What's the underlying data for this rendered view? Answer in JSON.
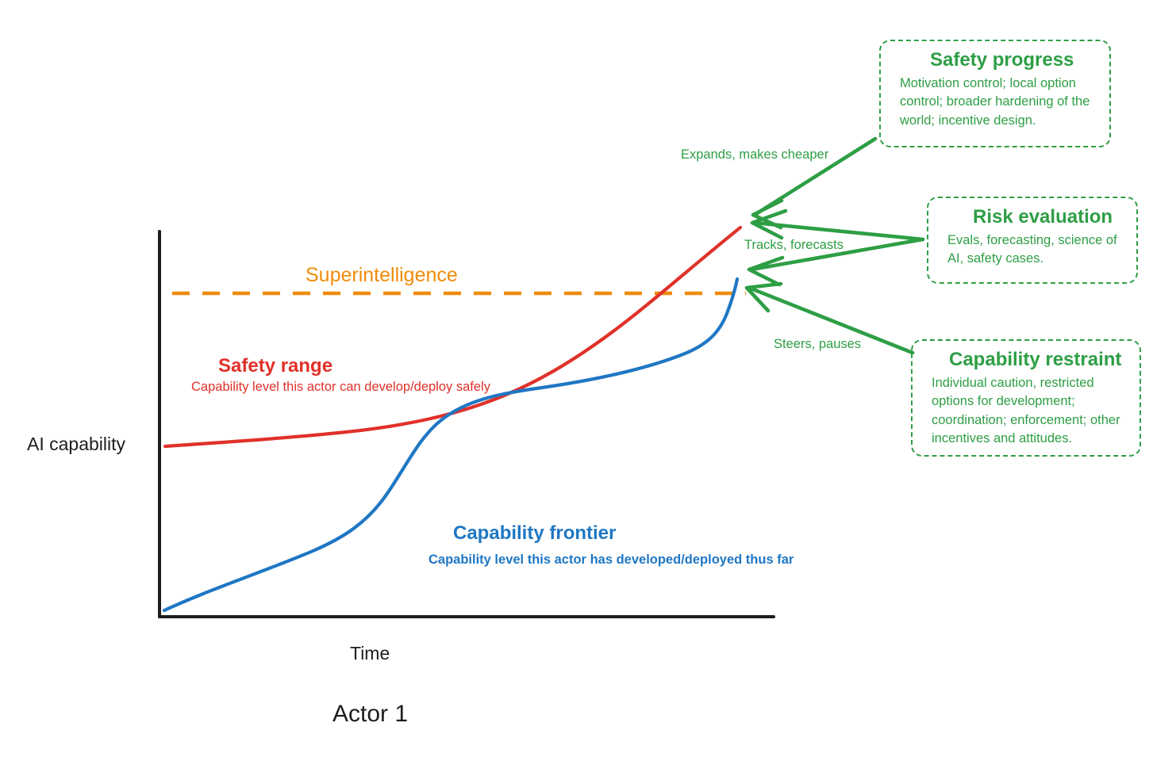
{
  "figure": {
    "actor_label": "Actor 1",
    "axis": {
      "y_label": "AI capability",
      "x_label": "Time"
    },
    "threshold": {
      "label": "Superintelligence",
      "color": "#f08c0a",
      "style": "dashed-horizontal"
    },
    "series": [
      {
        "key": "safety_range",
        "title": "Safety range",
        "subtitle": "Capability level this actor can develop/deploy safely",
        "color": "#e0312a"
      },
      {
        "key": "capability_frontier",
        "title": "Capability frontier",
        "subtitle": "Capability level this actor has developed/deployed thus far",
        "color": "#1f77c4"
      }
    ],
    "annotations": [
      {
        "key": "safety_progress",
        "arrow_label": "Expands, makes cheaper",
        "title": "Safety progress",
        "body": "Motivation control; local option control; broader hardening of the world; incentive design.",
        "color": "#2e9e45"
      },
      {
        "key": "risk_evaluation",
        "arrow_label": "Tracks, forecasts",
        "title": "Risk evaluation",
        "body": "Evals, forecasting, science of AI, safety cases.",
        "color": "#2e9e45"
      },
      {
        "key": "capability_restraint",
        "arrow_label": "Steers, pauses",
        "title": "Capability restraint",
        "body": "Individual caution, restricted options for development; coordination; enforcement; other incentives and attitudes.",
        "color": "#2e9e45"
      }
    ]
  },
  "chart_data": {
    "type": "line",
    "title": "Actor 1",
    "xlabel": "Time",
    "ylabel": "AI capability",
    "grid": false,
    "legend": "inline-annotations",
    "xlim": [
      0,
      1
    ],
    "ylim": [
      0,
      1
    ],
    "x": [
      0.0,
      0.1,
      0.2,
      0.3,
      0.4,
      0.5,
      0.6,
      0.7,
      0.8,
      0.9,
      1.0
    ],
    "series": [
      {
        "name": "Safety range",
        "color": "#e0312a",
        "description": "Capability level this actor can develop/deploy safely",
        "values": [
          0.44,
          0.45,
          0.46,
          0.47,
          0.49,
          0.53,
          0.58,
          0.66,
          0.76,
          0.88,
          1.01
        ]
      },
      {
        "name": "Capability frontier",
        "color": "#1f77c4",
        "description": "Capability level this actor has developed/deployed thus far",
        "values": [
          0.02,
          0.07,
          0.12,
          0.18,
          0.3,
          0.44,
          0.52,
          0.56,
          0.6,
          0.66,
          0.88
        ]
      }
    ],
    "threshold_lines": [
      {
        "name": "Superintelligence",
        "color": "#f08c0a",
        "y": 0.845,
        "style": "dashed"
      }
    ],
    "annotations": [
      {
        "text": "Expands, makes cheaper",
        "target": "Safety range endpoint"
      },
      {
        "text": "Tracks, forecasts",
        "target": "Both curve endpoints"
      },
      {
        "text": "Steers, pauses",
        "target": "Capability frontier endpoint"
      }
    ]
  }
}
